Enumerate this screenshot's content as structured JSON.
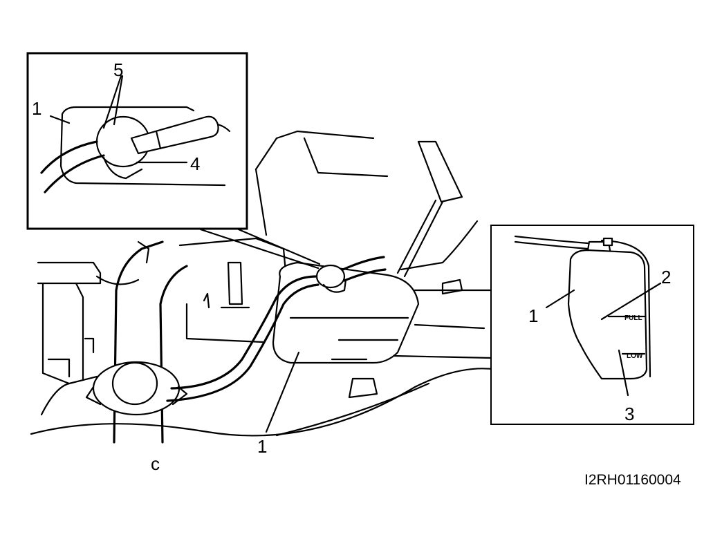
{
  "figure_id": "I2RH01160004",
  "main_view": {
    "callouts": [
      {
        "label": "1"
      }
    ],
    "stray_mark": "c"
  },
  "detail_hose_connection": {
    "callouts": [
      {
        "label": "1"
      },
      {
        "label": "4"
      },
      {
        "label": "5"
      }
    ]
  },
  "detail_reservoir_levels": {
    "callouts": [
      {
        "label": "1"
      },
      {
        "label": "2"
      },
      {
        "label": "3"
      }
    ],
    "level_marks": {
      "full": "FULL",
      "low": "LOW"
    }
  }
}
